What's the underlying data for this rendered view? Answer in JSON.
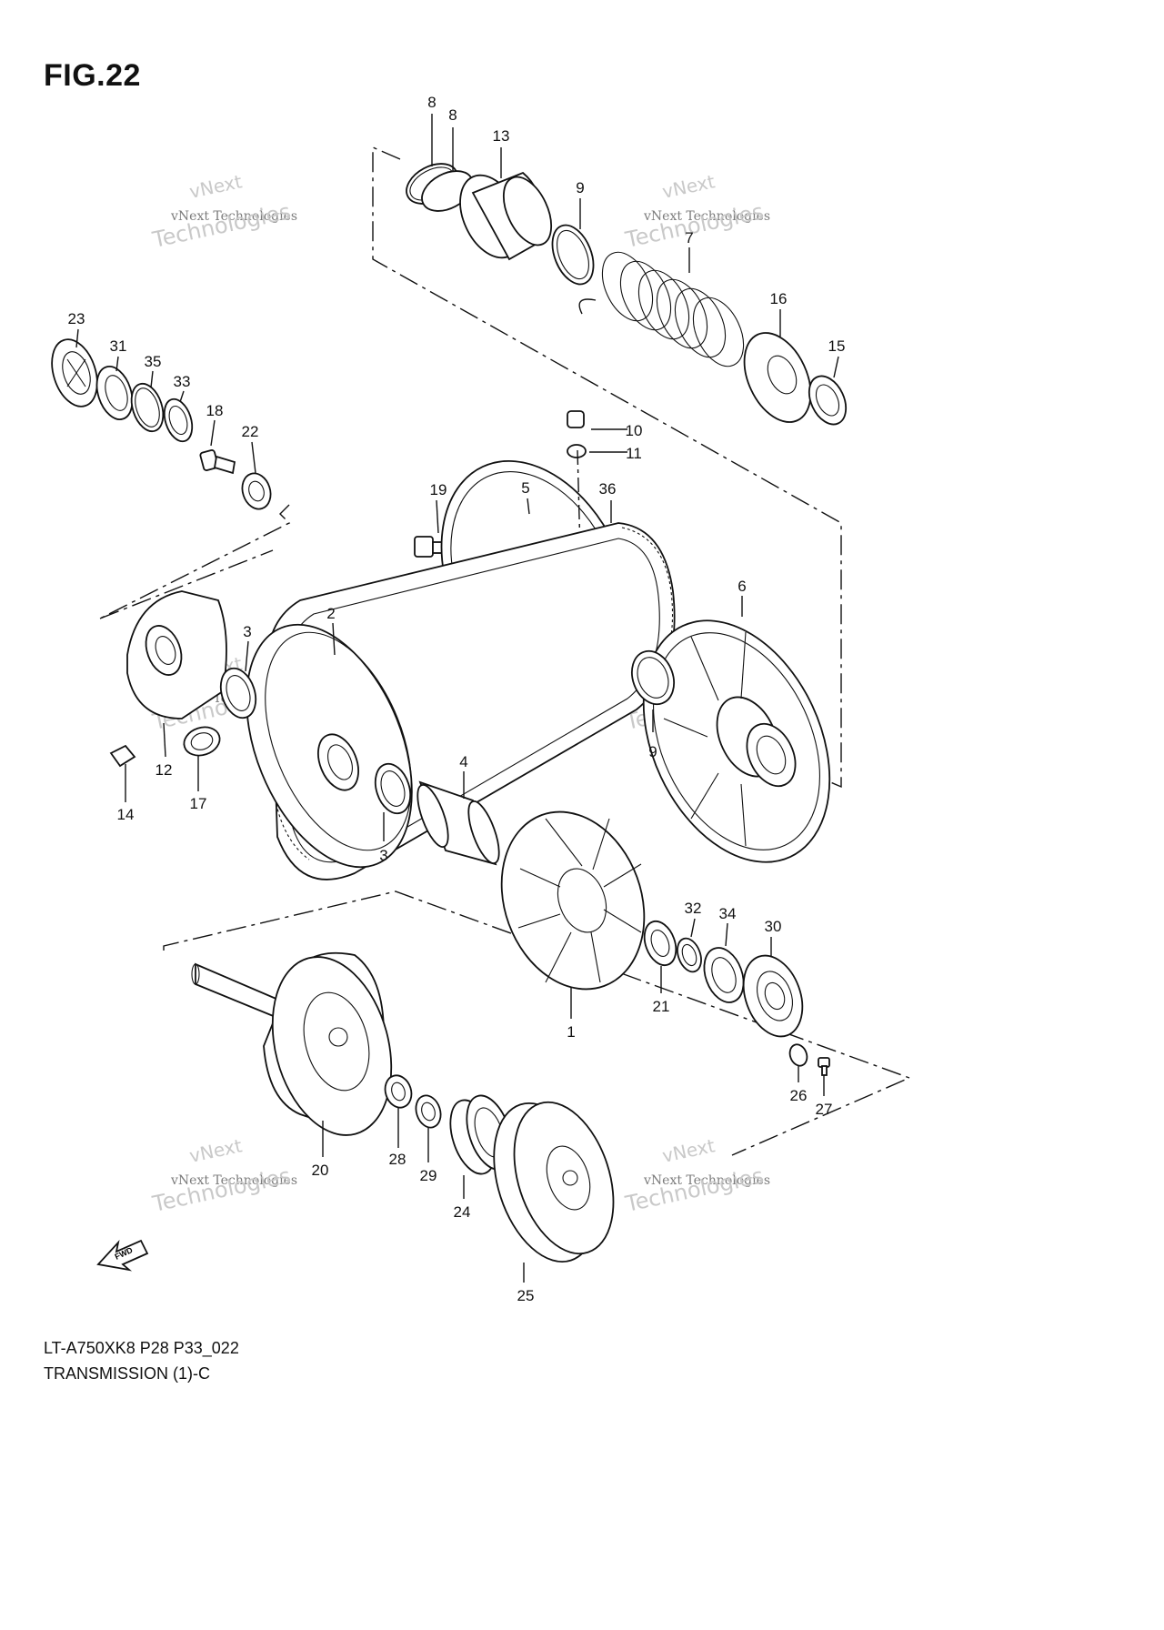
{
  "figure_title": "FIG.22",
  "caption_model": "LT-A750XK8 P28 P33_022",
  "caption_name": "TRANSMISSION (1)-C",
  "watermark": {
    "line1": "vNext Technologies",
    "line2": "vNext",
    "line3": "Technologies"
  },
  "fwd_label": "FWD",
  "part_numbers": [
    "8",
    "8",
    "13",
    "9",
    "7",
    "16",
    "15",
    "23",
    "31",
    "35",
    "33",
    "18",
    "22",
    "10",
    "11",
    "5",
    "36",
    "19",
    "2",
    "3",
    "6",
    "12",
    "17",
    "14",
    "4",
    "9",
    "3",
    "32",
    "34",
    "30",
    "1",
    "21",
    "26",
    "27",
    "20",
    "28",
    "29",
    "24",
    "25"
  ]
}
